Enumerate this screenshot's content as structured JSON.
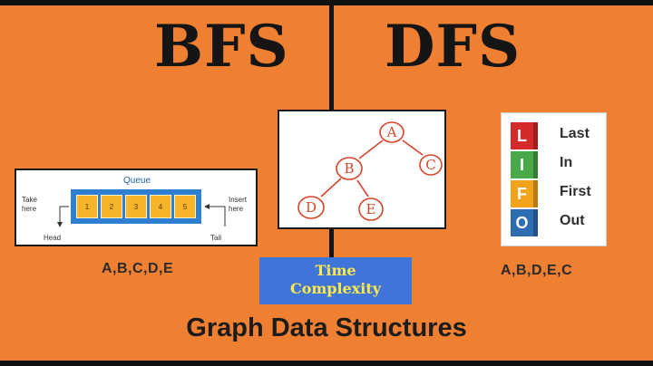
{
  "titles": {
    "left": "BFS",
    "right": "DFS"
  },
  "queue_diagram": {
    "title": "Queue",
    "cells": [
      "1",
      "2",
      "3",
      "4",
      "5"
    ],
    "take_label": "Take here",
    "insert_label": "Insert here",
    "head_label": "Head",
    "tail_label": "Tail",
    "queue_color": "#2e7fd1",
    "cell_color": "#f5b42a"
  },
  "tree_diagram": {
    "nodes": [
      "A",
      "B",
      "C",
      "D",
      "E"
    ],
    "edges": [
      [
        "A",
        "B"
      ],
      [
        "A",
        "C"
      ],
      [
        "B",
        "D"
      ],
      [
        "B",
        "E"
      ]
    ],
    "ink_color": "#d8452a"
  },
  "lifo_diagram": {
    "rows": [
      {
        "letter": "L",
        "word": "Last",
        "color": "#d42a2a"
      },
      {
        "letter": "I",
        "word": "In",
        "color": "#49a84a"
      },
      {
        "letter": "F",
        "word": "First",
        "color": "#f2a31c"
      },
      {
        "letter": "O",
        "word": "Out",
        "color": "#2f6db3"
      }
    ]
  },
  "bfs_sequence": "A,B,C,D,E",
  "dfs_sequence": "A,B,D,E,C",
  "time_complexity": {
    "line1": "Time",
    "line2": "Complexity"
  },
  "footer": "Graph Data Structures",
  "colors": {
    "background": "#ef8032",
    "divider": "#141414",
    "time_box": "#3f75d8",
    "time_text": "#ffe94a"
  }
}
